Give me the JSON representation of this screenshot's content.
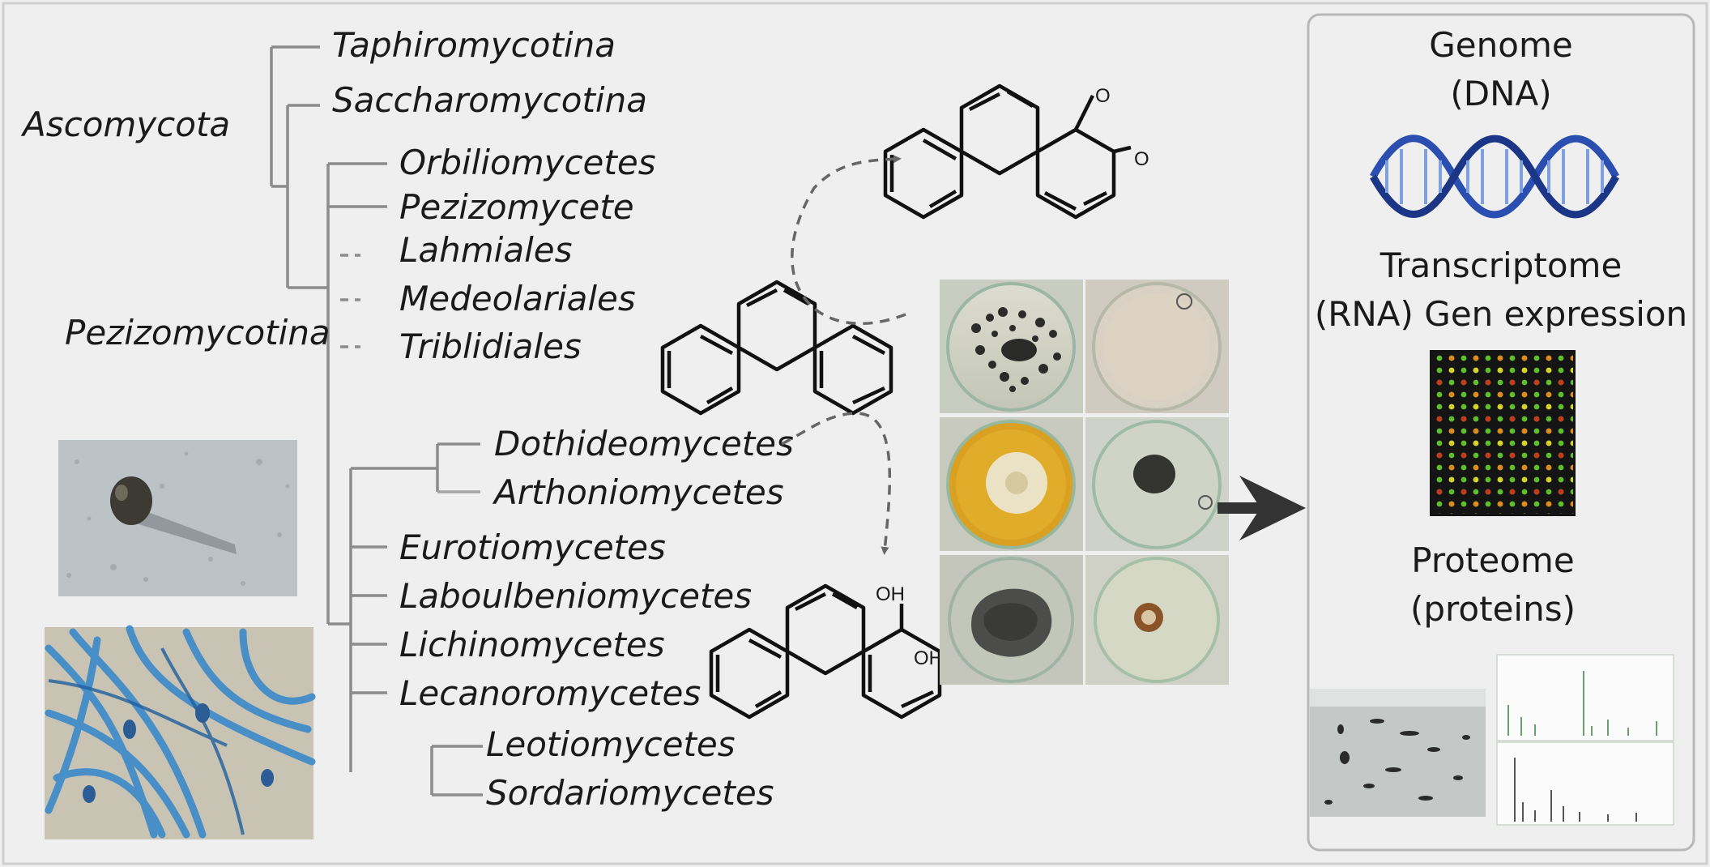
{
  "tree": {
    "phylum": "Ascomycota",
    "subphylum": "Pezizomycotina",
    "taxa": [
      "Taphiromycotina",
      "Saccharomycotina",
      "Orbiliomycetes",
      "Pezizomycete",
      "Lahmiales",
      "Medeolariales",
      "Triblidiales",
      "Dothideomycetes",
      "Arthoniomycetes",
      "Eurotiomycetes",
      "Laboulbeniomycetes",
      "Lichinomycetes",
      "Lecanoromycetes",
      "Leotiomycetes",
      "Sordariomycetes"
    ]
  },
  "chemistry": {
    "oxygen": "O",
    "hydroxyl": "OH"
  },
  "omics": {
    "genome": "Genome",
    "genome_sub": "(DNA)",
    "transcriptome": "Transcriptome",
    "transcriptome_sub": "(RNA) Gen expression",
    "proteome": "Proteome",
    "proteome_sub": "(proteins)"
  },
  "colors": {
    "tree": "#8c8c8c",
    "arrow": "#333333",
    "dashed_arrow": "#666666",
    "dna": "#2a4fb0",
    "microscopy_stain": "#3a8ac8"
  },
  "icons": [
    "conidiophore-micrograph",
    "hyphae-micrograph",
    "petri-dish-culture",
    "dna-helix-icon",
    "microarray-icon",
    "gel-electrophoresis-icon",
    "mass-spectrum-icon"
  ]
}
